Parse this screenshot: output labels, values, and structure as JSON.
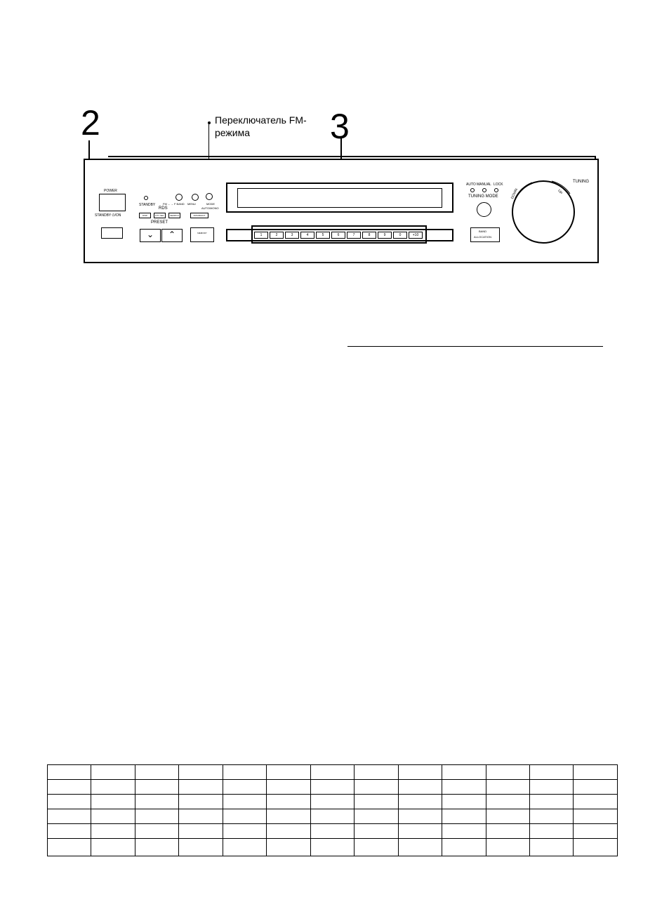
{
  "callouts": {
    "step2": "2",
    "step3": "3",
    "fm_switch_line1": "Переключатель FM-",
    "fm_switch_line2": "режима"
  },
  "receiver": {
    "power": "POWER",
    "standby_on": "STANDBY ⏻/ON",
    "standby": "STANDBY",
    "rds": "RDS",
    "fm_band": "FM ←→ F BAND",
    "menu": "MENU",
    "mode": "MODE",
    "auto_mono": "AUTO/MONO",
    "rds_buttons": [
      "DISP MODE",
      "PTY SEL",
      "SEARCH"
    ],
    "fm_am_button": "FM/AM/AUX",
    "preset": "PRESET",
    "preset_down": "⌄",
    "preset_up": "⌃",
    "memory_button": "MEMORY",
    "number_keys": [
      "1",
      "2",
      "3",
      "4",
      "5",
      "6",
      "7",
      "8",
      "9",
      "0",
      "+10"
    ],
    "tuning_leds": [
      "AUTO",
      "MANUAL",
      "LOCK"
    ],
    "tuning_mode": "TUNING MODE",
    "band_button_line1": "BAND",
    "band_button_line2": "ALLOCATION",
    "tuning": "TUNING",
    "down": "DOWN",
    "up": "UP"
  },
  "table": {
    "rows": 6,
    "cols": 13
  }
}
